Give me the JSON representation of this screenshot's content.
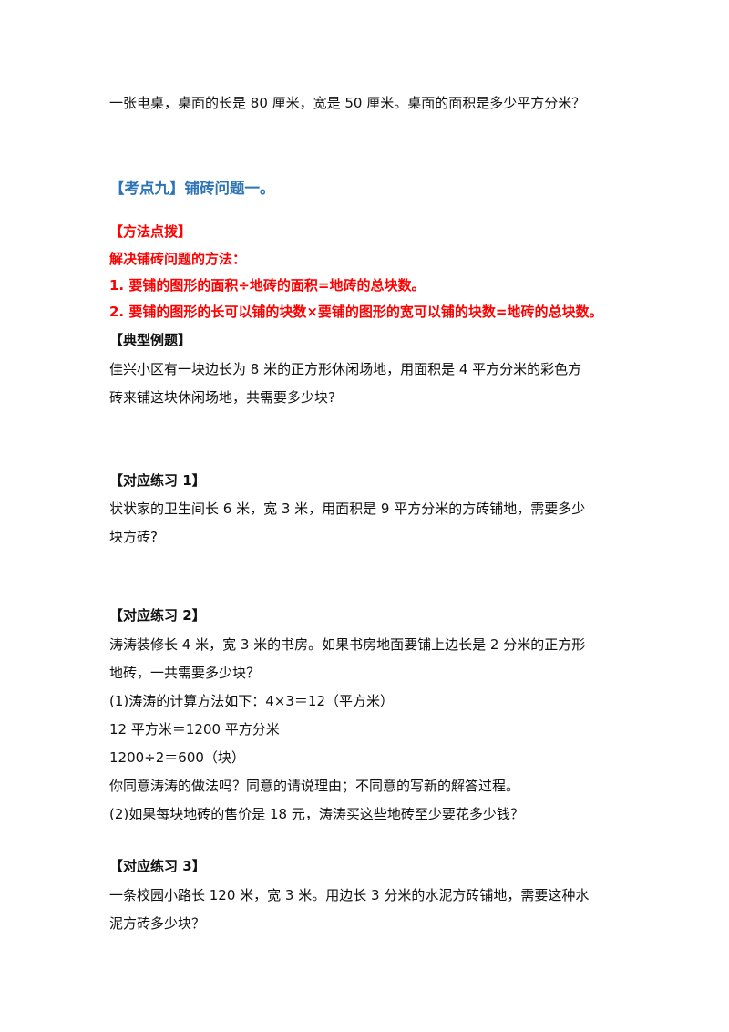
{
  "intro_problem": "一张电桌，桌面的长是 80 厘米，宽是 50 厘米。桌面的面积是多少平方分米？",
  "section": {
    "title": "【考点九】铺砖问题一。",
    "method_heading": "【方法点拨】",
    "method_title": "解决铺砖问题的方法：",
    "methods": [
      "1. 要铺的图形的面积÷地砖的面积=地砖的总块数。",
      "2. 要铺的图形的长可以铺的块数×要铺的图形的宽可以铺的块数=地砖的总块数。"
    ]
  },
  "example": {
    "heading": "【典型例题】",
    "lines": [
      "佳兴小区有一块边长为 8 米的正方形休闲场地，用面积是 4 平方分米的彩色方",
      "砖来铺这块休闲场地，共需要多少块?"
    ]
  },
  "practice1": {
    "heading": "【对应练习 1】",
    "lines": [
      "状状家的卫生间长 6 米，宽 3 米，用面积是 9 平方分米的方砖铺地，需要多少",
      "块方砖?"
    ]
  },
  "practice2": {
    "heading": "【对应练习 2】",
    "lines": [
      "涛涛装修长 4 米，宽 3 米的书房。如果书房地面要铺上边长是 2 分米的正方形",
      "地砖，一共需要多少块？",
      "(1)涛涛的计算方法如下：4×3＝12（平方米）",
      "12 平方米＝1200 平方分米",
      "1200÷2＝600（块）",
      "你同意涛涛的做法吗？同意的请说理由；不同意的写新的解答过程。",
      "(2)如果每块地砖的售价是 18 元，涛涛买这些地砖至少要花多少钱？"
    ]
  },
  "practice3": {
    "heading": "【对应练习 3】",
    "lines": [
      "一条校园小路长 120 米，宽 3 米。用边长 3 分米的水泥方砖铺地，需要这种水",
      "泥方砖多少块？"
    ]
  }
}
